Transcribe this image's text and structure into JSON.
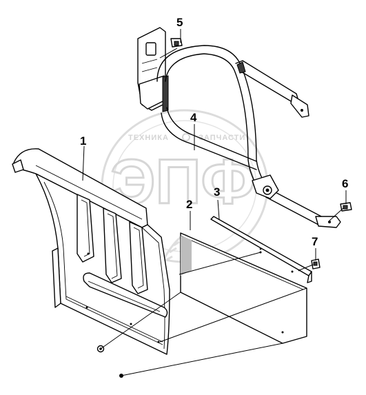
{
  "watermark": {
    "top_text": "ТЕХНИКА",
    "right_text": "ЗАПЧАСТИ",
    "logo_text": "ЭПФ"
  },
  "callouts": [
    {
      "id": "1",
      "label": "1"
    },
    {
      "id": "2",
      "label": "2"
    },
    {
      "id": "3",
      "label": "3"
    },
    {
      "id": "4",
      "label": "4"
    },
    {
      "id": "5",
      "label": "5"
    },
    {
      "id": "6",
      "label": "6"
    },
    {
      "id": "7",
      "label": "7"
    }
  ],
  "colors": {
    "line": "#000000",
    "watermark": "#d4d4d4",
    "shade": "#bdbdbd"
  }
}
